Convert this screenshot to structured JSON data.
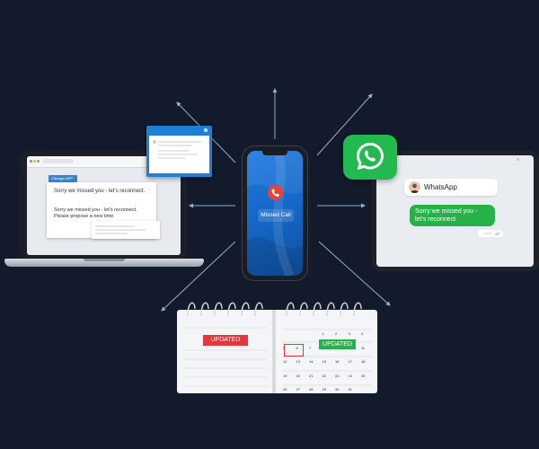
{
  "laptop": {
    "sender_tab": "Clinlogic APP",
    "message_line1": "Sorry we missed you - let’s reconnect.",
    "message_line2": "Sorry we missed you - let’s reconnect. Please propose a new time."
  },
  "phone": {
    "call_status": "Missed Call"
  },
  "tablet": {
    "contact_name": "WhatsApp",
    "message": "Sorry we missed you - let’s reconnect"
  },
  "calendar": {
    "left_badge": "UPDATED",
    "right_badge": "UPDATED",
    "day_numbers": [
      "1",
      "2",
      "3",
      "4",
      "5",
      "6",
      "7",
      "8",
      "9",
      "10",
      "11",
      "12",
      "13",
      "14",
      "15",
      "16",
      "17",
      "18",
      "19",
      "20",
      "21",
      "22",
      "23",
      "24",
      "25",
      "26",
      "27",
      "28",
      "29",
      "30",
      "31"
    ]
  },
  "icons": {
    "whatsapp": "whatsapp-icon",
    "phone": "phone-hangup-icon"
  },
  "colors": {
    "background": "#121a2b",
    "whatsapp_green": "#22b94f",
    "missed_red": "#e8423a",
    "phone_blue": "#1f7ae0",
    "arrow": "#8fb3cc"
  }
}
